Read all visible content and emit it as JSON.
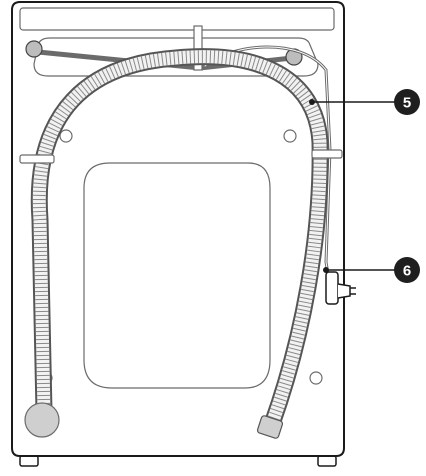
{
  "callouts": [
    {
      "number": "5",
      "target": "drain-hose"
    },
    {
      "number": "6",
      "target": "power-cord-plug"
    }
  ],
  "colors": {
    "outline": "#1a1a1a",
    "line": "#6b6b6b",
    "hose_fill": "#f2f2f2",
    "grey_fill": "#cfcfcf",
    "callout_fill": "#1f1f1f"
  }
}
